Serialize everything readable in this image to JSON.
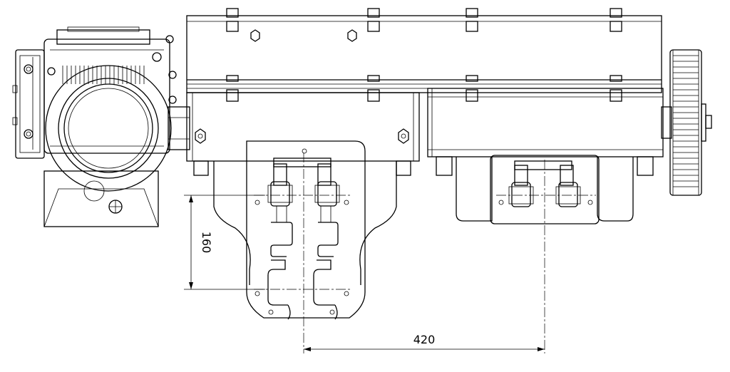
{
  "drawing": {
    "dimensions": [
      {
        "label": "160",
        "orientation": "vertical"
      },
      {
        "label": "420",
        "orientation": "horizontal"
      }
    ]
  }
}
